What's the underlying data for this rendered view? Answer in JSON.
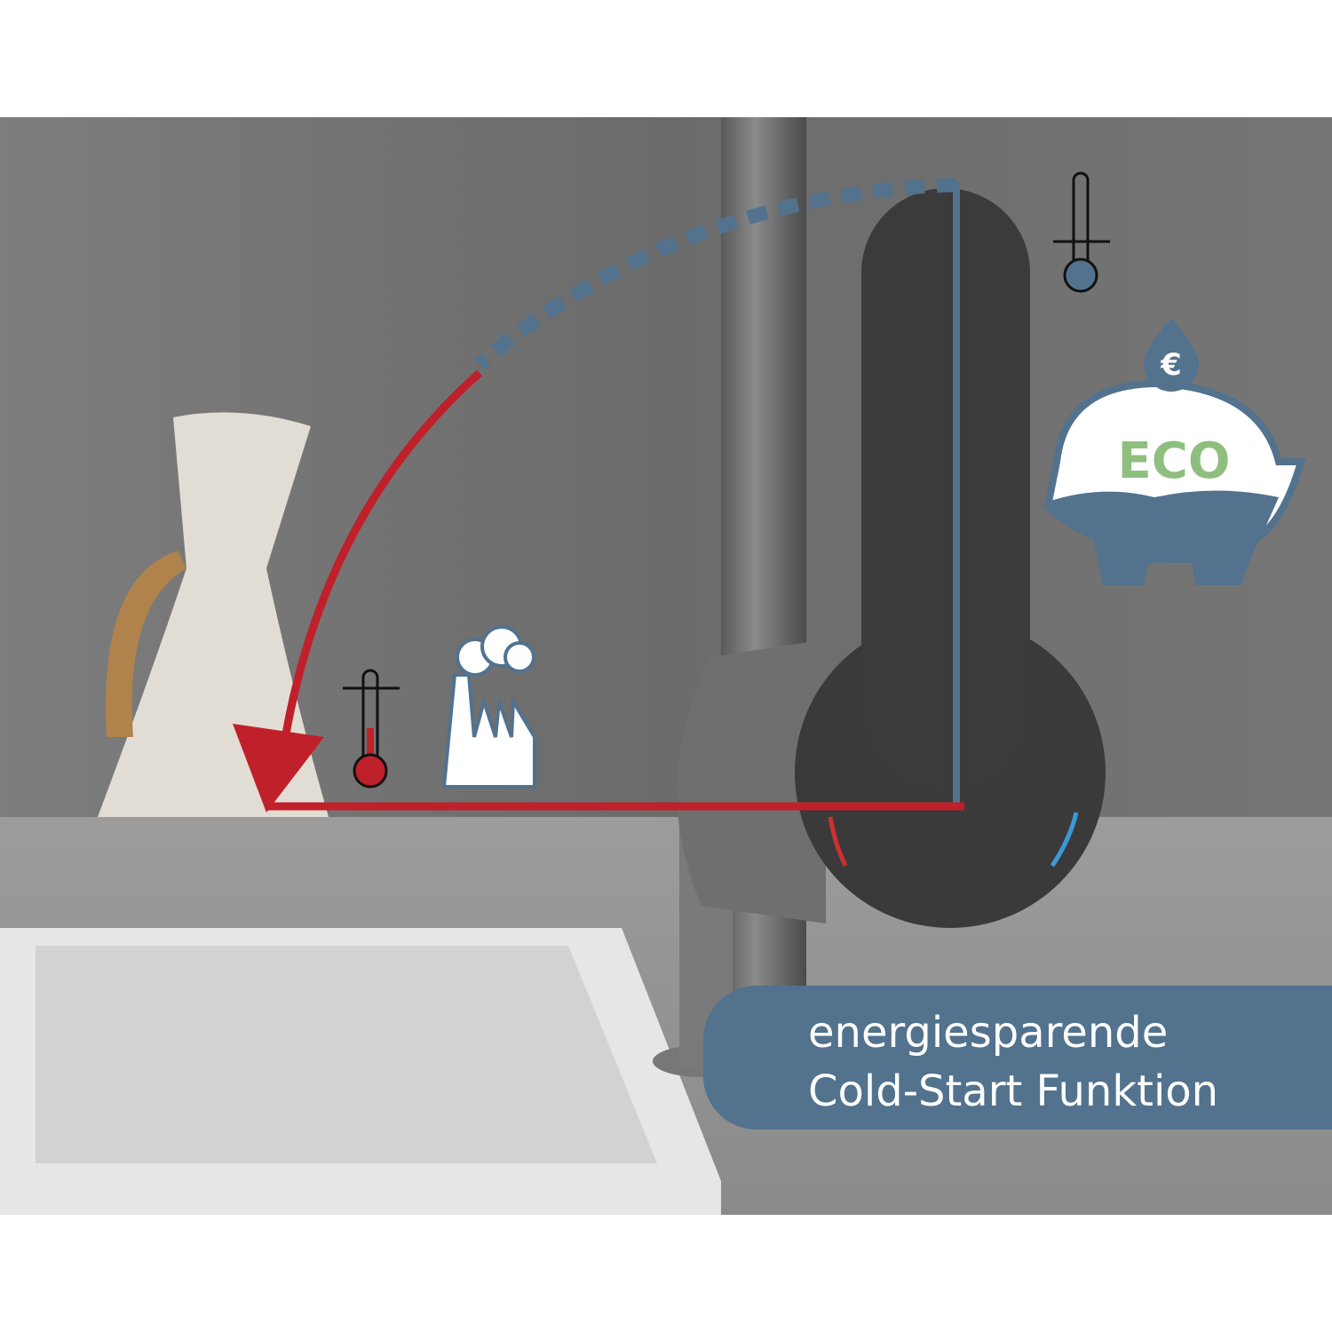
{
  "banner": {
    "line1": "energiesparende",
    "line2": "Cold-Start Funktion"
  },
  "badge": {
    "label": "ECO",
    "currency": "€"
  },
  "colors": {
    "hot": "#c0202a",
    "cold": "#52728e",
    "eco_green": "#8fbf7f",
    "banner": "#52728e"
  },
  "icons": [
    "thermometer-cold-icon",
    "thermometer-hot-icon",
    "factory-smoke-icon",
    "piggy-bank-icon",
    "euro-drop-icon"
  ]
}
